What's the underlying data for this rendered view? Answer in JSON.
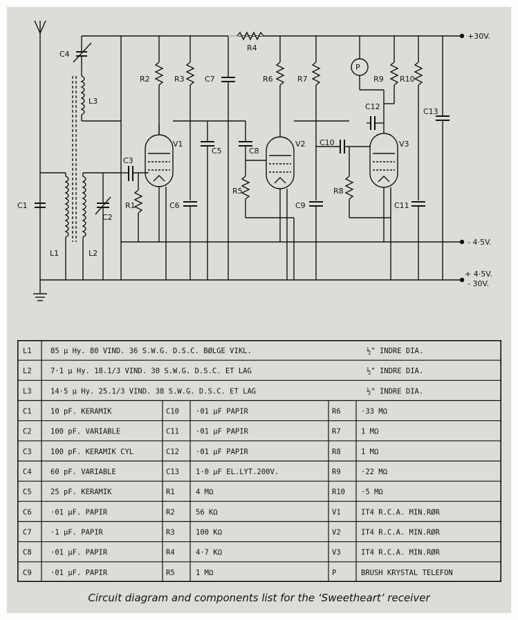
{
  "schematic": {
    "rail_labels": [
      "+30V.",
      "- 4·5V.",
      "+ 4·5V.",
      "- 30V."
    ],
    "components": [
      "C4",
      "L3",
      "R4",
      "R2",
      "R3",
      "C7",
      "R6",
      "R7",
      "P",
      "R9",
      "R10",
      "C12",
      "C13",
      "V1",
      "V2",
      "V3",
      "C3",
      "C5",
      "C8",
      "C10",
      "C1",
      "C2",
      "R1",
      "C6",
      "R5",
      "C9",
      "R8",
      "C11",
      "L1",
      "L2"
    ]
  },
  "components_list": {
    "coils": [
      [
        "L1",
        "85 µ Hy. 80 VIND. 36 S.W.G. D.S.C. BØLGE VIKL.",
        "½\" INDRE DIA."
      ],
      [
        "L2",
        "7·1 µ Hy. 18.1/3 VIND. 30 S.W.G. D.S.C. ET LAG",
        "½\" INDRE DIA."
      ],
      [
        "L3",
        "14·5 µ Hy. 25.1/3 VIND. 38 S.W.G. D.S.C. ET LAG",
        "½\" INDRE DIA."
      ]
    ],
    "rows": [
      [
        "C1",
        "10 pF. KERAMIK",
        "C10",
        "·01 µF PAPIR",
        "R6",
        "·33 MΩ"
      ],
      [
        "C2",
        "100 pF. VARIABLE",
        "C11",
        "·01 µF PAPIR",
        "R7",
        "1 MΩ"
      ],
      [
        "C3",
        "100 pF. KERAMIK CYL",
        "C12",
        "·01 µF PAPIR",
        "R8",
        "1 MΩ"
      ],
      [
        "C4",
        "60 pF. VARIABLE",
        "C13",
        "1·0 µF EL.LYT.200V.",
        "R9",
        "·22 MΩ"
      ],
      [
        "C5",
        "25 pF. KERAMIK",
        "R1",
        "4 MΩ",
        "R10",
        "·5 MΩ"
      ],
      [
        "C6",
        "·01 µF. PAPIR",
        "R2",
        "56 KΩ",
        "V1",
        "IT4 R.C.A. MIN.RØR"
      ],
      [
        "C7",
        "·1 µF. PAPIR",
        "R3",
        "100 KΩ",
        "V2",
        "IT4 R.C.A. MIN.RØR"
      ],
      [
        "C8",
        "·01 µF. PAPIR",
        "R4",
        "4·7 KΩ",
        "V3",
        "IT4 R.C.A. MIN.RØR"
      ],
      [
        "C9",
        "·01 µF. PAPIR",
        "R5",
        "1 MΩ",
        "P",
        "BRUSH KRYSTAL TELEFON"
      ]
    ]
  },
  "caption": "Circuit diagram and components list for the ‘Sweetheart’ receiver"
}
